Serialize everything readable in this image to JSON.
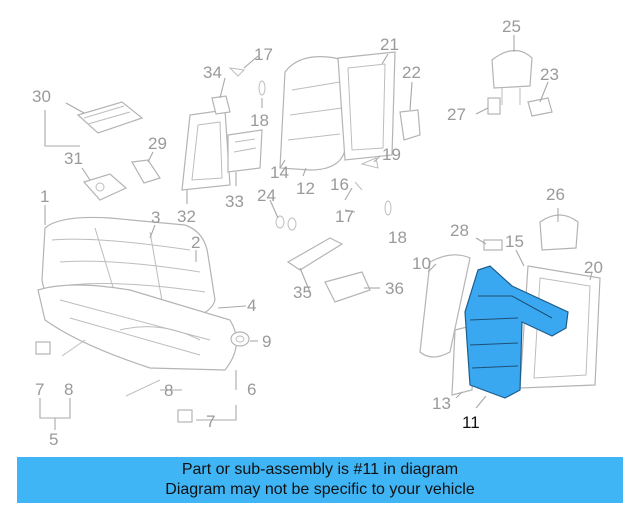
{
  "callouts": {
    "c1": "1",
    "c2": "2",
    "c3": "3",
    "c4": "4",
    "c5": "5",
    "c6": "6",
    "c7a": "7",
    "c7b": "7",
    "c8a": "8",
    "c8b": "8",
    "c9": "9",
    "c10": "10",
    "c11": "11",
    "c12": "12",
    "c13": "13",
    "c14": "14",
    "c15": "15",
    "c16": "16",
    "c17a": "17",
    "c17b": "17",
    "c18a": "18",
    "c18b": "18",
    "c19": "19",
    "c20": "20",
    "c21": "21",
    "c22": "22",
    "c23": "23",
    "c24": "24",
    "c25": "25",
    "c26": "26",
    "c27": "27",
    "c28": "28",
    "c29": "29",
    "c30": "30",
    "c31": "31",
    "c32": "32",
    "c33": "33",
    "c34": "34",
    "c35": "35",
    "c36": "36"
  },
  "highlight_color": "#3aa8f0",
  "banner": {
    "line1": "Part or sub-assembly is #11 in diagram",
    "line2": "Diagram may not be specific to your vehicle",
    "background": "#3fb5f5"
  }
}
